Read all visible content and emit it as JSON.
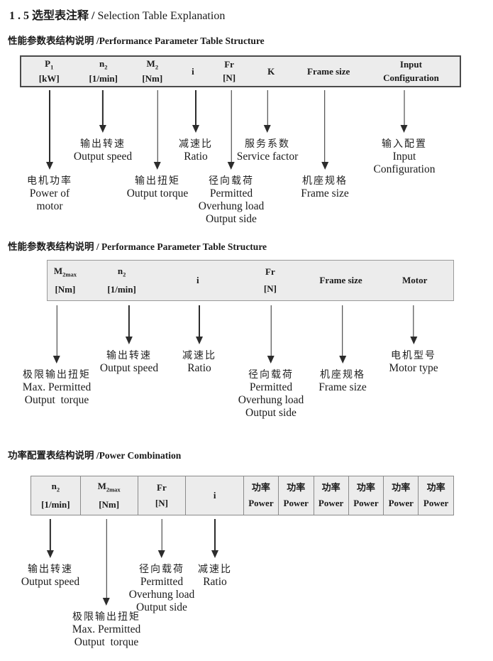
{
  "page": {
    "title_prefix": "1 . 5 选型表注释 /",
    "title_en": " Selection Table Explanation"
  },
  "s1": {
    "heading": "性能参数表结构说明 /Performance Parameter Table Structure",
    "table_cells": [
      {
        "sym": "P",
        "sub": "1",
        "unit": "[kW]"
      },
      {
        "sym": "n",
        "sub": "2",
        "unit": "[1/min]"
      },
      {
        "sym": "M",
        "sub": "2",
        "unit": "[Nm]"
      },
      {
        "sym": "i"
      },
      {
        "sym": "Fr",
        "unit": "[N]"
      },
      {
        "sym": "K"
      },
      {
        "sym": "Frame size"
      },
      {
        "sym": "Input",
        "unit": "Configuration"
      }
    ],
    "callouts": [
      {
        "cn": "电机功率",
        "en1": "Power of",
        "en2": "motor"
      },
      {
        "cn": "输出转速",
        "en1": "Output speed"
      },
      {
        "cn": "输出扭矩",
        "en1": "Output torque"
      },
      {
        "cn": "减速比",
        "en1": "Ratio"
      },
      {
        "cn": "径向载荷",
        "en1": "Permitted",
        "en2": "Overhung load",
        "en3": "Output side"
      },
      {
        "cn": "服务系数",
        "en1": "Service factor"
      },
      {
        "cn": "机座规格",
        "en1": "Frame size"
      },
      {
        "cn": "输入配置",
        "en1": "Input",
        "en2": "Configuration"
      }
    ]
  },
  "s2": {
    "heading": "性能参数表结构说明 / Performance Parameter Table Structure",
    "table_cells": [
      {
        "sym": "M",
        "sub": "2max",
        "unit": "[Nm]"
      },
      {
        "sym": "n",
        "sub": "2",
        "unit": "[1/min]"
      },
      {
        "sym": "i"
      },
      {
        "sym": "Fr",
        "unit": "[N]"
      },
      {
        "sym": "Frame size"
      },
      {
        "sym": "Motor"
      }
    ],
    "callouts": [
      {
        "cn": "极限输出扭矩",
        "en1": "Max. Permitted",
        "en2": "Output  torque"
      },
      {
        "cn": "输出转速",
        "en1": "Output speed"
      },
      {
        "cn": "减速比",
        "en1": "Ratio"
      },
      {
        "cn": "径向载荷",
        "en1": "Permitted",
        "en2": "Overhung load",
        "en3": "Output side"
      },
      {
        "cn": "机座规格",
        "en1": "Frame size"
      },
      {
        "cn": "电机型号",
        "en1": "Motor type"
      }
    ]
  },
  "s3": {
    "heading": "功率配置表结构说明 /Power Combination",
    "table_cells": [
      {
        "sym": "n",
        "sub": "2",
        "unit": "[1/min]"
      },
      {
        "sym": "M",
        "sub": "2max",
        "unit": "[Nm]"
      },
      {
        "sym": "Fr",
        "unit": "[N]"
      },
      {
        "sym": "i"
      },
      {
        "sym": "功率",
        "unit": "Power"
      },
      {
        "sym": "功率",
        "unit": "Power"
      },
      {
        "sym": "功率",
        "unit": "Power"
      },
      {
        "sym": "功率",
        "unit": "Power"
      },
      {
        "sym": "功率",
        "unit": "Power"
      },
      {
        "sym": "功率",
        "unit": "Power"
      }
    ],
    "callouts": [
      {
        "cn": "输出转速",
        "en1": "Output speed"
      },
      {
        "cn": "极限输出扭矩",
        "en1": "Max. Permitted",
        "en2": "Output  torque"
      },
      {
        "cn": "径向载荷",
        "en1": "Permitted",
        "en2": "Overhung load",
        "en3": "Output side"
      },
      {
        "cn": "减速比",
        "en1": "Ratio"
      }
    ]
  }
}
